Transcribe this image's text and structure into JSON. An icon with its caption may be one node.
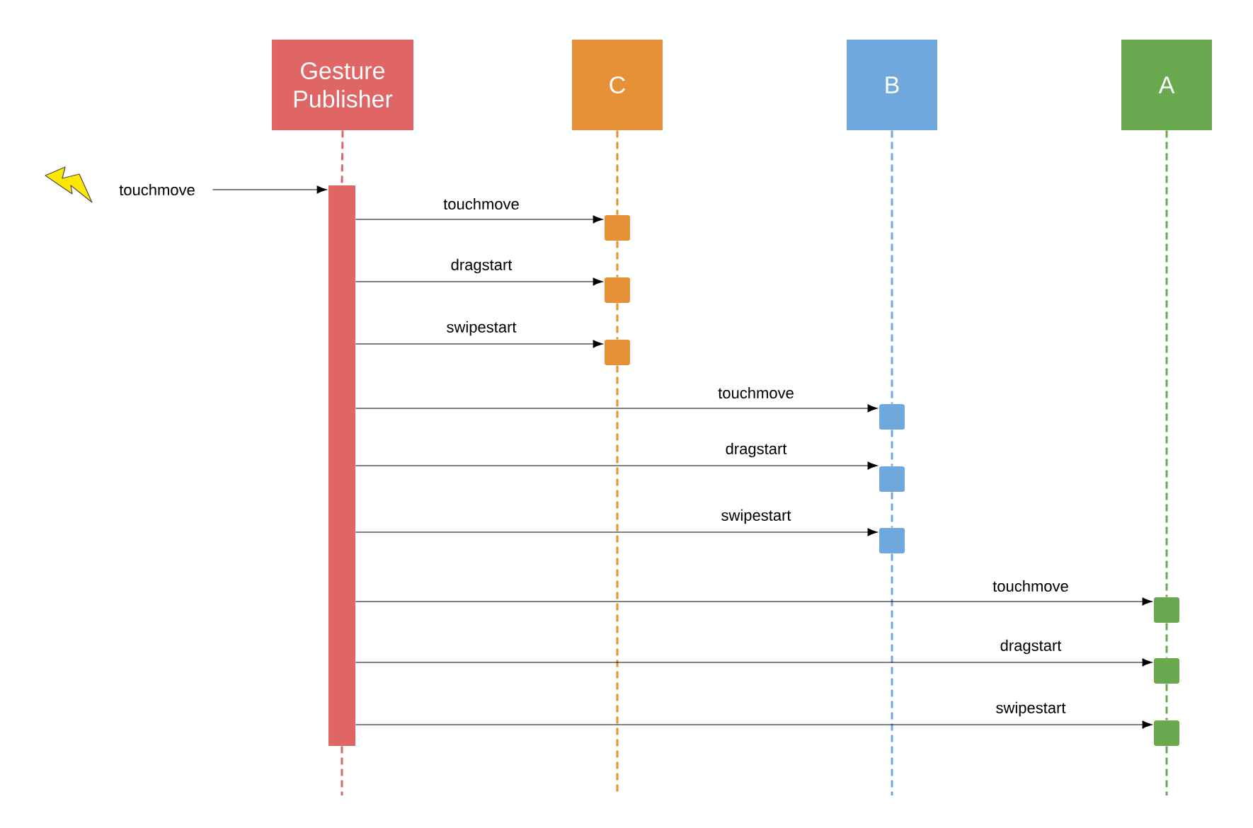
{
  "diagram": {
    "nodes": [
      {
        "text": [
          "Gesture Publisher"
        ]
      },
      {
        "text": [
          "C"
        ]
      },
      {
        "text": [
          "B"
        ]
      },
      {
        "text": [
          "A"
        ]
      },
      {
        "text": [
          "touchmove"
        ]
      },
      {
        "text": [],
        "shape": "bar"
      },
      {
        "text": [],
        "shape": "box"
      },
      {
        "text": [],
        "shape": "box"
      },
      {
        "text": [],
        "shape": "box"
      },
      {
        "text": [],
        "shape": "box"
      },
      {
        "text": [],
        "shape": "box"
      },
      {
        "text": [],
        "shape": "box"
      },
      {
        "text": [],
        "shape": "box"
      },
      {
        "text": [],
        "shape": "box"
      },
      {
        "text": [],
        "shape": "box"
      }
    ],
    "edges": [
      {
        "from": 0,
        "to": 5,
        "arrow": "none",
        "style": "dashed",
        "color": "#e06666"
      },
      {
        "from": 5,
        "to": null,
        "arrow": "none",
        "style": "dashed",
        "color": "#e06666"
      },
      {
        "from": 1,
        "to": 6,
        "arrow": "none",
        "style": "dashed",
        "color": "#e69138"
      },
      {
        "from": 6,
        "to": 7,
        "arrow": "none",
        "style": "dashed",
        "color": "#e69138"
      },
      {
        "from": 7,
        "to": 8,
        "arrow": "none",
        "style": "dashed",
        "color": "#e69138"
      },
      {
        "from": 8,
        "to": null,
        "arrow": "none",
        "style": "dashed",
        "color": "#e69138"
      },
      {
        "from": 2,
        "to": 9,
        "arrow": "none",
        "style": "dashed",
        "color": "#6fa8dc"
      },
      {
        "from": 9,
        "to": 10,
        "arrow": "none",
        "style": "dashed",
        "color": "#6fa8dc"
      },
      {
        "from": 10,
        "to": 11,
        "arrow": "none",
        "style": "dashed",
        "color": "#6fa8dc"
      },
      {
        "from": 11,
        "to": null,
        "arrow": "none",
        "style": "dashed",
        "color": "#6fa8dc"
      },
      {
        "from": 3,
        "to": 12,
        "arrow": "none",
        "style": "dashed",
        "color": "#6aa84f"
      },
      {
        "from": 12,
        "to": 13,
        "arrow": "none",
        "style": "dashed",
        "color": "#6aa84f"
      },
      {
        "from": 13,
        "to": 14,
        "arrow": "none",
        "style": "dashed",
        "color": "#6aa84f"
      },
      {
        "from": 14,
        "to": null,
        "arrow": "none",
        "style": "dashed",
        "color": "#6aa84f"
      },
      {
        "from": 4,
        "to": 5,
        "arrow": "to"
      },
      {
        "from": 5,
        "to": 6,
        "arrow": "to",
        "label": "touchmove"
      },
      {
        "from": 5,
        "to": 7,
        "arrow": "to",
        "label": "dragstart"
      },
      {
        "from": 5,
        "to": 8,
        "arrow": "to",
        "label": "swipestart"
      },
      {
        "from": 5,
        "to": 9,
        "arrow": "to",
        "label": "touchmove"
      },
      {
        "from": 5,
        "to": 10,
        "arrow": "to",
        "label": "dragstart"
      },
      {
        "from": 5,
        "to": 11,
        "arrow": "to",
        "label": "swipestart"
      },
      {
        "from": 5,
        "to": 12,
        "arrow": "to",
        "label": "touchmove"
      },
      {
        "from": 5,
        "to": 13,
        "arrow": "to",
        "label": "dragstart"
      },
      {
        "from": 5,
        "to": 14,
        "arrow": "to",
        "label": "swipestart"
      }
    ]
  }
}
